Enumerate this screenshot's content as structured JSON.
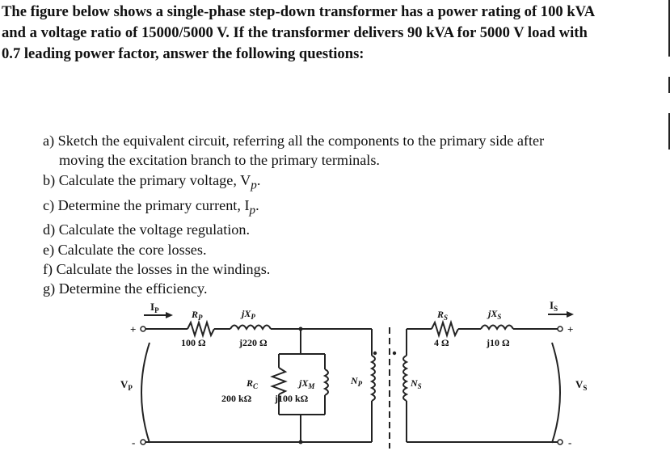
{
  "intro": {
    "lines": [
      "The figure below shows a single-phase step-down transformer has a power rating of 100 kVA",
      "and a voltage ratio of 15000/5000 V. If the transformer delivers 90 kVA for 5000 V load with",
      "0.7 leading power factor, answer the following questions:"
    ]
  },
  "questions": [
    "a) Sketch the equivalent circuit, referring all the components to the primary side after",
    "moving the excitation branch to the primary terminals.",
    "b) Calculate the primary voltage, V",
    "c) Determine the primary current, I",
    "d) Calculate the voltage regulation.",
    "e) Calculate the core losses.",
    "f) Calculate the losses in the windings.",
    "g) Determine the efficiency."
  ],
  "questions_sub": {
    "b_sub": "p",
    "c_sub": "p",
    "period": "."
  },
  "circuit": {
    "ip_main": "I",
    "ip_sub": "P",
    "rp_main": "R",
    "rp_sub": "P",
    "rp_value": "100 Ω",
    "xp_main": "jX",
    "xp_sub": "P",
    "xp_value": "j220 Ω",
    "rc_main": "R",
    "rc_sub": "C",
    "rc_value": "200 kΩ",
    "xm_main": "jX",
    "xm_sub": "M",
    "xm_value": "j100 kΩ",
    "np_main": "N",
    "np_sub": "P",
    "ns_main": "N",
    "ns_sub": "S",
    "rs_main": "R",
    "rs_sub": "S",
    "rs_value": "4 Ω",
    "xs_main": "jX",
    "xs_sub": "S",
    "xs_value": "j10 Ω",
    "is_main": "I",
    "is_sub": "S",
    "vp_main": "V",
    "vp_sub": "P",
    "vs_main": "V",
    "vs_sub": "S",
    "plus": "+",
    "minus": "-"
  }
}
